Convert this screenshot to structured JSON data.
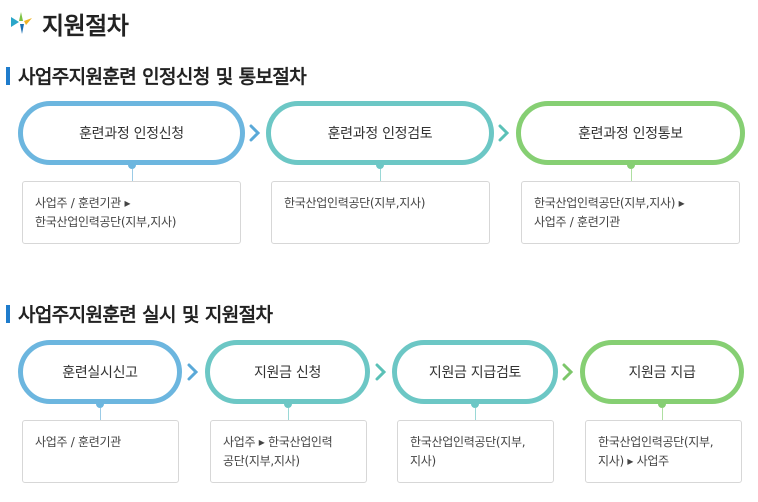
{
  "page_title": "지원절차",
  "section1": {
    "title": "사업주지원훈련 인정신청 및 통보절차",
    "steps": [
      {
        "label": "훈련과정 인정신청",
        "desc_line1": "사업주 / 훈련기관 ▸",
        "desc_line2": "한국산업인력공단(지부,지사)"
      },
      {
        "label": "훈련과정 인정검토",
        "desc_line1": "한국산업인력공단(지부,지사)",
        "desc_line2": ""
      },
      {
        "label": "훈련과정 인정통보",
        "desc_line1": "한국산업인력공단(지부,지사) ▸",
        "desc_line2": "사업주 / 훈련기관"
      }
    ]
  },
  "section2": {
    "title": "사업주지원훈련 실시 및 지원절차",
    "steps": [
      {
        "label": "훈련실시신고",
        "desc_line1": "사업주 / 훈련기관",
        "desc_line2": ""
      },
      {
        "label": "지원금 신청",
        "desc_line1": "사업주 ▸ 한국산업인력",
        "desc_line2": "공단(지부,지사)"
      },
      {
        "label": "지원금 지급검토",
        "desc_line1": "한국산업인력공단(지부,",
        "desc_line2": "지사)"
      },
      {
        "label": "지원금 지급",
        "desc_line1": "한국산업인력공단(지부,",
        "desc_line2": "지사) ▸ 사업주"
      }
    ]
  },
  "colors": {
    "blue": "#6cb6df",
    "teal": "#6cc7c5",
    "green": "#86cf73",
    "accent_bar": "#1f7ccc"
  }
}
